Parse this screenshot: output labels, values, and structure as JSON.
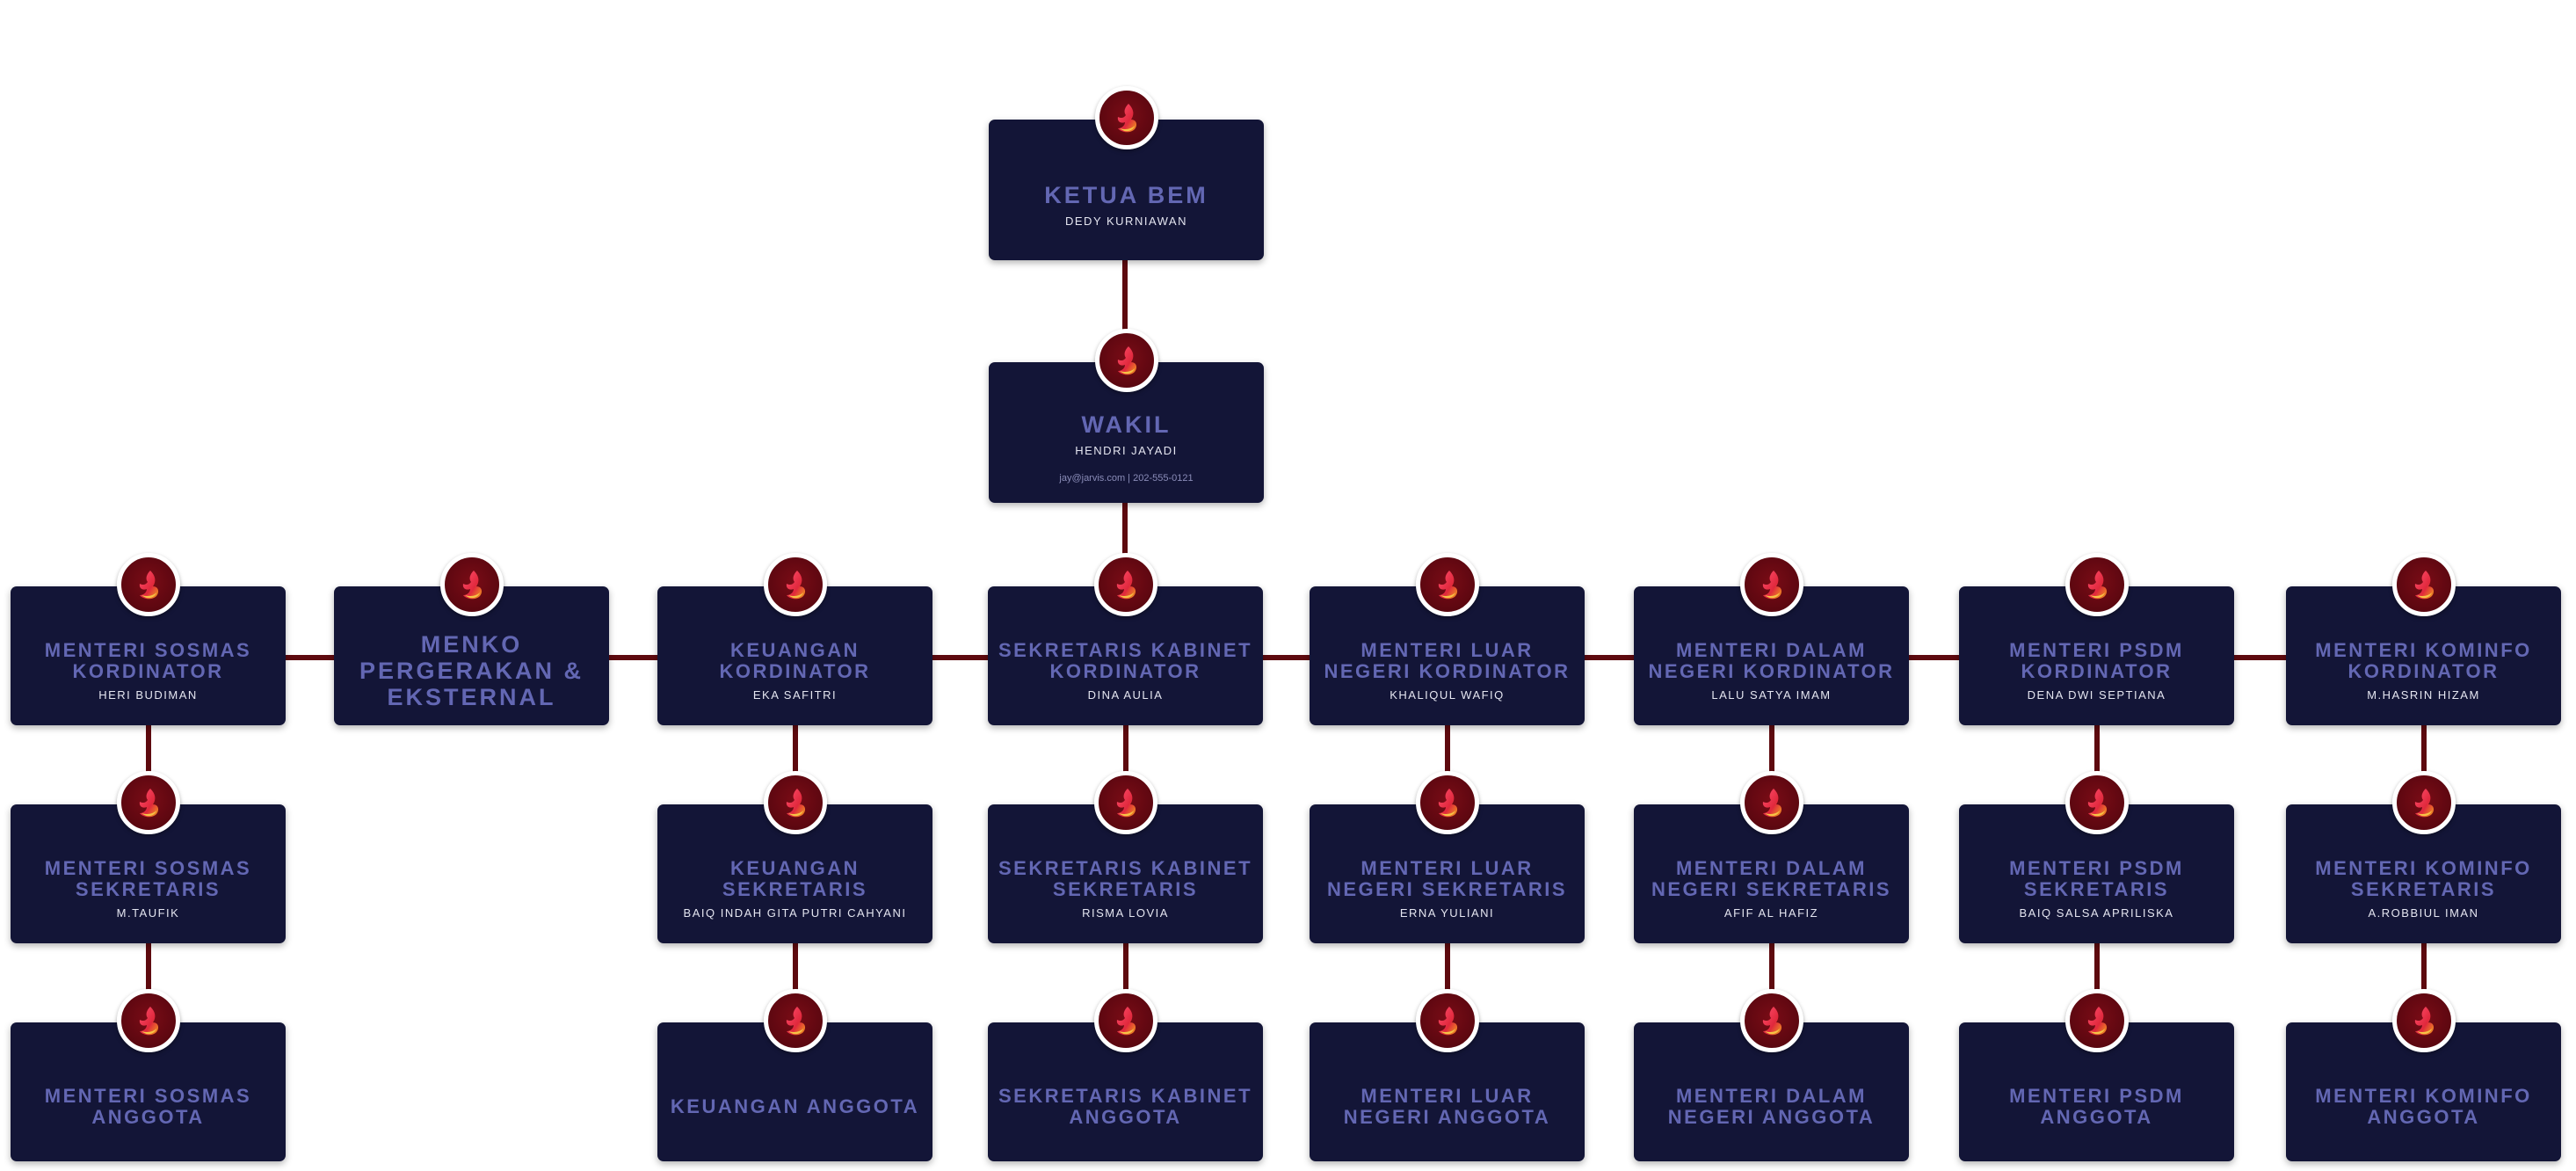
{
  "colors": {
    "background": "#ffffff",
    "card": "#131537",
    "title": "#6367b3",
    "name": "#e4e5f0",
    "connector": "#5e0a0f",
    "badge": "#6a0912"
  },
  "badge_icon": "flame-bird-logo-icon",
  "top": [
    {
      "id": "ketua",
      "title": "KETUA BEM",
      "name": "DEDY KURNIAWAN"
    },
    {
      "id": "wakil",
      "title": "WAKIL",
      "name": "HENDRI JAYADI",
      "contact": "jay@jarvis.com | 202-555-0121"
    }
  ],
  "columns": [
    {
      "id": "sosmas",
      "cards": [
        {
          "title": "MENTERI SOSMAS KORDINATOR",
          "name": "HERI BUDIMAN"
        },
        {
          "title": "MENTERI SOSMAS SEKRETARIS",
          "name": "M.TAUFIK"
        },
        {
          "title": "MENTERI SOSMAS ANGGOTA",
          "name": ""
        }
      ]
    },
    {
      "id": "menko",
      "cards": [
        {
          "title": "MENKO PERGERAKAN & EKSTERNAL",
          "name": ""
        }
      ]
    },
    {
      "id": "keuangan",
      "cards": [
        {
          "title": "KEUANGAN KORDINATOR",
          "name": "EKA SAFITRI"
        },
        {
          "title": "KEUANGAN SEKRETARIS",
          "name": "BAIQ INDAH GITA PUTRI CAHYANI"
        },
        {
          "title": "KEUANGAN ANGGOTA",
          "name": ""
        }
      ]
    },
    {
      "id": "sekretaris-kabinet",
      "cards": [
        {
          "title": "SEKRETARIS KABINET KORDINATOR",
          "name": "DINA AULIA"
        },
        {
          "title": "SEKRETARIS KABINET SEKRETARIS",
          "name": "RISMA LOVIA"
        },
        {
          "title": "SEKRETARIS KABINET ANGGOTA",
          "name": ""
        }
      ]
    },
    {
      "id": "luar-negeri",
      "cards": [
        {
          "title": "MENTERI LUAR NEGERI KORDINATOR",
          "name": "KHALIQUL WAFIQ"
        },
        {
          "title": "MENTERI LUAR NEGERI SEKRETARIS",
          "name": "ERNA YULIANI"
        },
        {
          "title": "MENTERI LUAR NEGERI ANGGOTA",
          "name": ""
        }
      ]
    },
    {
      "id": "dalam-negeri",
      "cards": [
        {
          "title": "MENTERI DALAM NEGERI KORDINATOR",
          "name": "LALU SATYA IMAM"
        },
        {
          "title": "MENTERI DALAM NEGERI SEKRETARIS",
          "name": "AFIF AL HAFIZ"
        },
        {
          "title": "MENTERI DALAM NEGERI ANGGOTA",
          "name": ""
        }
      ]
    },
    {
      "id": "psdm",
      "cards": [
        {
          "title": "MENTERI PSDM KORDINATOR",
          "name": "DENA DWI SEPTIANA"
        },
        {
          "title": "MENTERI PSDM SEKRETARIS",
          "name": "BAIQ SALSA APRILISKA"
        },
        {
          "title": "MENTERI PSDM ANGGOTA",
          "name": ""
        }
      ]
    },
    {
      "id": "kominfo",
      "cards": [
        {
          "title": "MENTERI KOMINFO KORDINATOR",
          "name": "M.HASRIN HIZAM"
        },
        {
          "title": "MENTERI KOMINFO SEKRETARIS",
          "name": "A.ROBBIUL IMAN"
        },
        {
          "title": "MENTERI KOMINFO ANGGOTA",
          "name": ""
        }
      ]
    }
  ]
}
